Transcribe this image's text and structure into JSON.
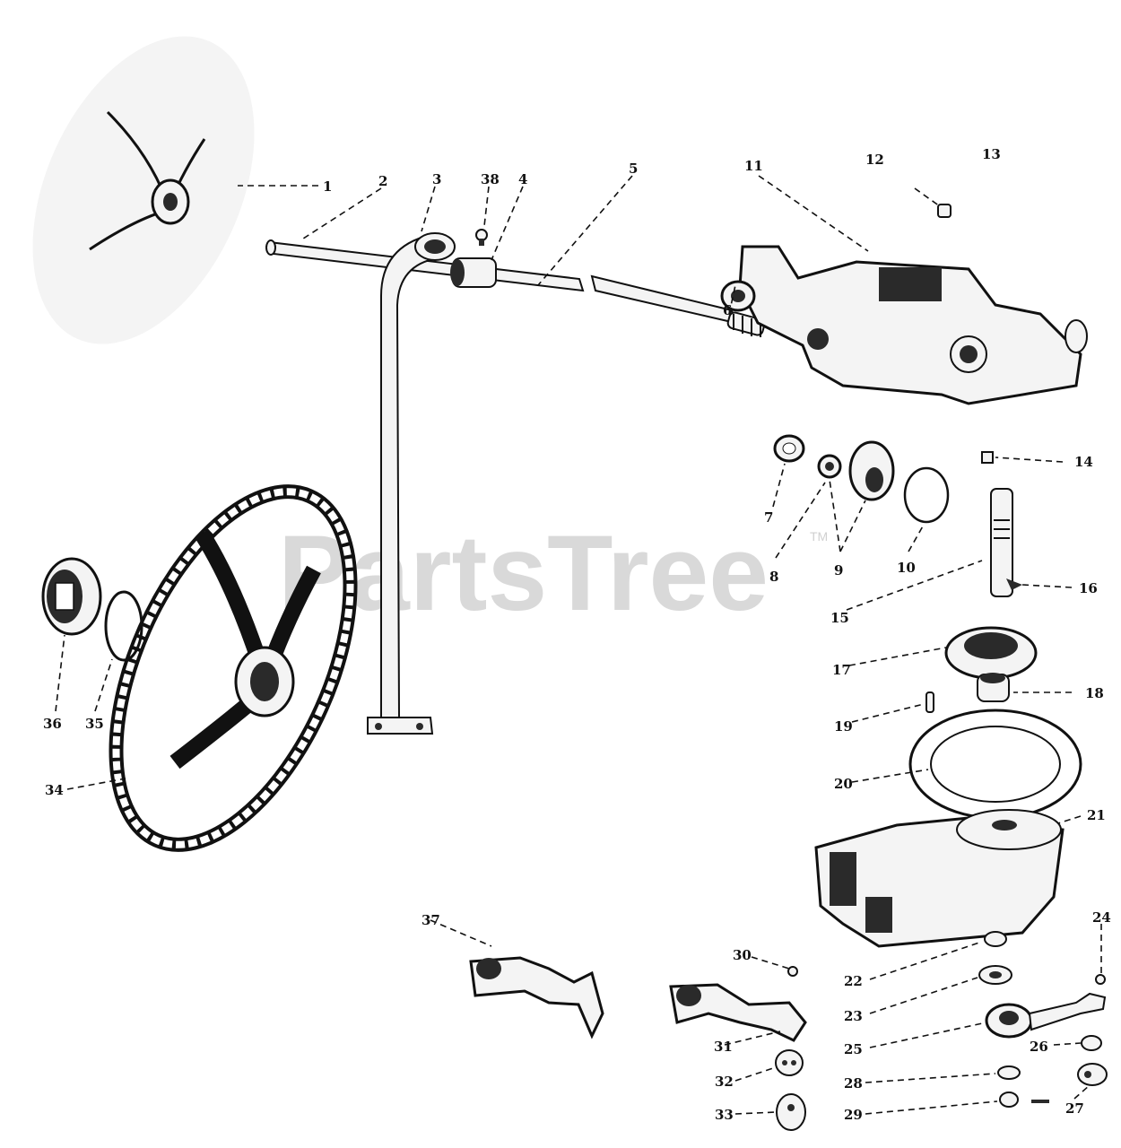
{
  "watermark": {
    "text": "PartsTree",
    "mark": "TM"
  },
  "callouts": [
    {
      "id": "1",
      "text": "1"
    },
    {
      "id": "2",
      "text": "2"
    },
    {
      "id": "3",
      "text": "3"
    },
    {
      "id": "38",
      "text": "38"
    },
    {
      "id": "4",
      "text": "4"
    },
    {
      "id": "5",
      "text": "5"
    },
    {
      "id": "11",
      "text": "11"
    },
    {
      "id": "12",
      "text": "12"
    },
    {
      "id": "13",
      "text": "13"
    },
    {
      "id": "6",
      "text": "6"
    },
    {
      "id": "14",
      "text": "14"
    },
    {
      "id": "7",
      "text": "7"
    },
    {
      "id": "8",
      "text": "8"
    },
    {
      "id": "9",
      "text": "9"
    },
    {
      "id": "10",
      "text": "10"
    },
    {
      "id": "15",
      "text": "15"
    },
    {
      "id": "16",
      "text": "16"
    },
    {
      "id": "17",
      "text": "17"
    },
    {
      "id": "18",
      "text": "18"
    },
    {
      "id": "19",
      "text": "19"
    },
    {
      "id": "20",
      "text": "20"
    },
    {
      "id": "21",
      "text": "21"
    },
    {
      "id": "36",
      "text": "36"
    },
    {
      "id": "35",
      "text": "35"
    },
    {
      "id": "34",
      "text": "34"
    },
    {
      "id": "37",
      "text": "37"
    },
    {
      "id": "30",
      "text": "30"
    },
    {
      "id": "31",
      "text": "31"
    },
    {
      "id": "32",
      "text": "32"
    },
    {
      "id": "33",
      "text": "33"
    },
    {
      "id": "22",
      "text": "22"
    },
    {
      "id": "23",
      "text": "23"
    },
    {
      "id": "24",
      "text": "24"
    },
    {
      "id": "25",
      "text": "25"
    },
    {
      "id": "26",
      "text": "26"
    },
    {
      "id": "28",
      "text": "28"
    },
    {
      "id": "27",
      "text": "27"
    },
    {
      "id": "29",
      "text": "29"
    }
  ]
}
